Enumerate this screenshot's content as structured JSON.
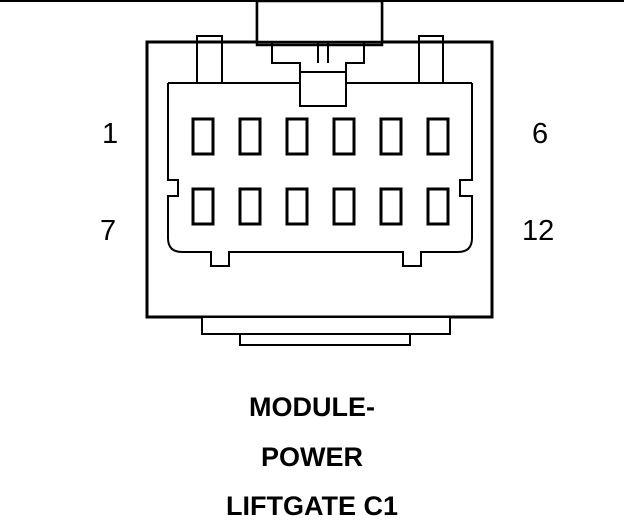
{
  "connector": {
    "pin_labels": {
      "top_left": "1",
      "top_right": "6",
      "bottom_left": "7",
      "bottom_right": "12"
    },
    "rows": 2,
    "pins_per_row": 6
  },
  "caption": {
    "line1": "MODULE-",
    "line2": "POWER",
    "line3": "LIFTGATE C1"
  },
  "colors": {
    "line": "#000000",
    "background": "#ffffff"
  }
}
